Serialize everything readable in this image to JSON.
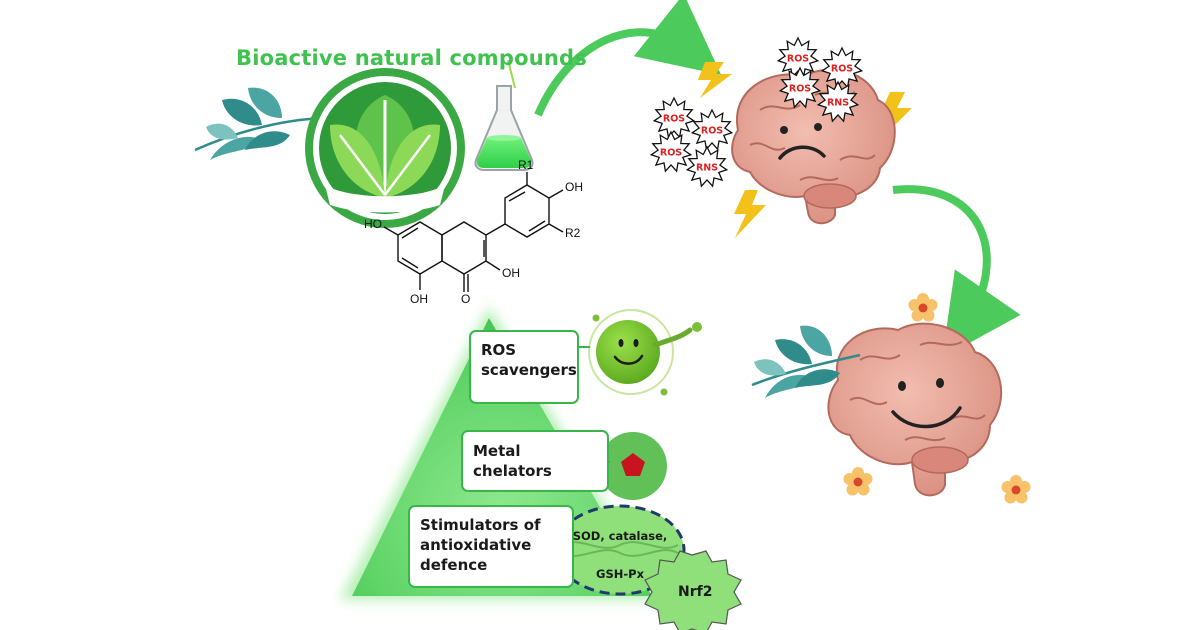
{
  "title": "Bioactive natural  compounds",
  "chemical_labels": {
    "r1": "R1",
    "r2": "R2",
    "oh_top_right": "OH",
    "oh_left": "HO",
    "oh_mid": "OH",
    "oh_bottom": "OH",
    "carbonyl_o": "O"
  },
  "radicals": {
    "ros": "ROS",
    "rns": "RNS"
  },
  "mechanisms": [
    {
      "lines": [
        "ROS",
        "scavengers"
      ]
    },
    {
      "lines": [
        "Metal",
        "chelators"
      ]
    },
    {
      "lines": [
        "Stimulators of",
        "antioxidative",
        "defence"
      ]
    }
  ],
  "enzymes": {
    "line1": "SOD, catalase,",
    "line2": "GSH-Px"
  },
  "transcription_factor": "Nrf2",
  "colors": {
    "brand_green": "#3fc24f",
    "arrow_green": "#4ccb5c",
    "triangle_green": "#63d96a",
    "brain_pink": "#e8a89a",
    "lightning_yellow": "#f2c21b",
    "radical_red": "#e02020",
    "leaf_teal": "#2f8c8a",
    "flower_yellow": "#f7c26a"
  },
  "icons": [
    "leaf-emblem-icon",
    "erlenmeyer-flask-icon",
    "brain-sad-icon",
    "brain-happy-icon",
    "lightning-icon",
    "flower-icon",
    "molecule-mascot-icon",
    "pentagon-ion-icon"
  ]
}
